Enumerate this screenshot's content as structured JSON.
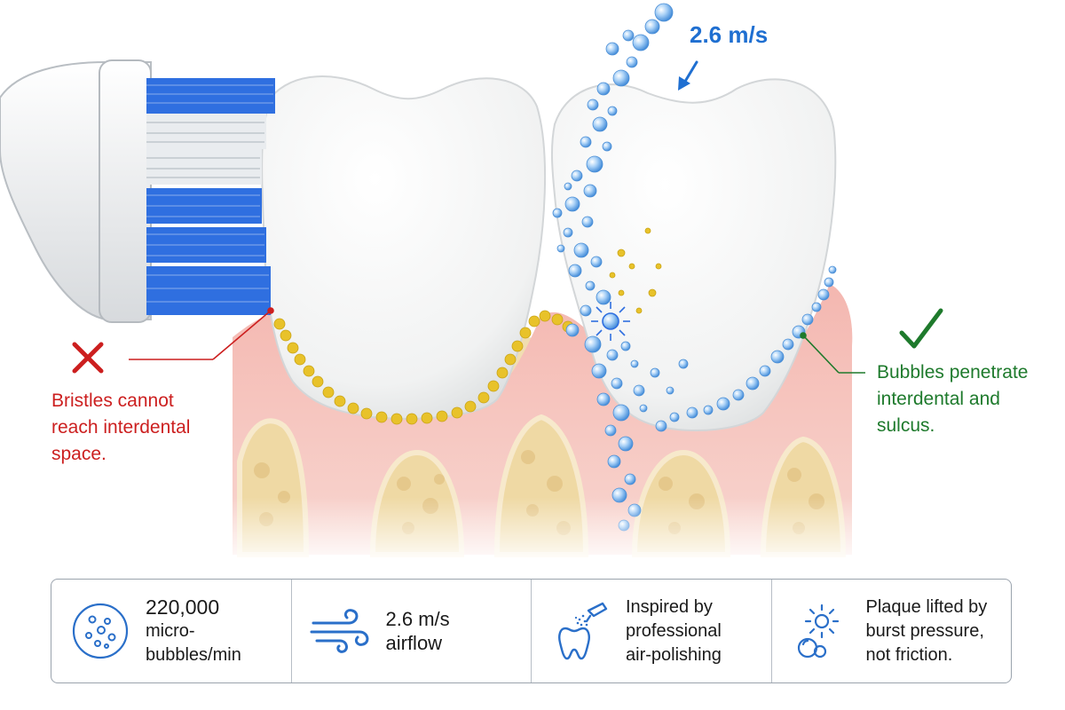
{
  "labels": {
    "bad_lines": [
      "Bristles cannot",
      "reach interdental",
      "space."
    ],
    "good_lines": [
      "Bubbles penetrate",
      "interdental and",
      "sulcus."
    ],
    "speed": "2.6 m/s"
  },
  "features": [
    {
      "icon": "bubbles-circle-icon",
      "lines": [
        "220,000",
        "micro-bubbles/min"
      ]
    },
    {
      "icon": "airflow-icon",
      "lines": [
        "2.6 m/s",
        "airflow"
      ]
    },
    {
      "icon": "tooth-spray-icon",
      "lines": [
        "Inspired by",
        "professional",
        "air-polishing"
      ]
    },
    {
      "icon": "burst-bubbles-icon",
      "lines": [
        "Plaque lifted by",
        "burst pressure,",
        "not friction."
      ]
    }
  ],
  "colors": {
    "bad": "#cc1f1f",
    "good": "#1e7a2c",
    "accent_blue": "#1f6fd1",
    "gum": "#f3b9b4",
    "bone": "#f2e0b8",
    "plaque": "#e8c22a",
    "bristle_blue": "#2f6fe0"
  }
}
